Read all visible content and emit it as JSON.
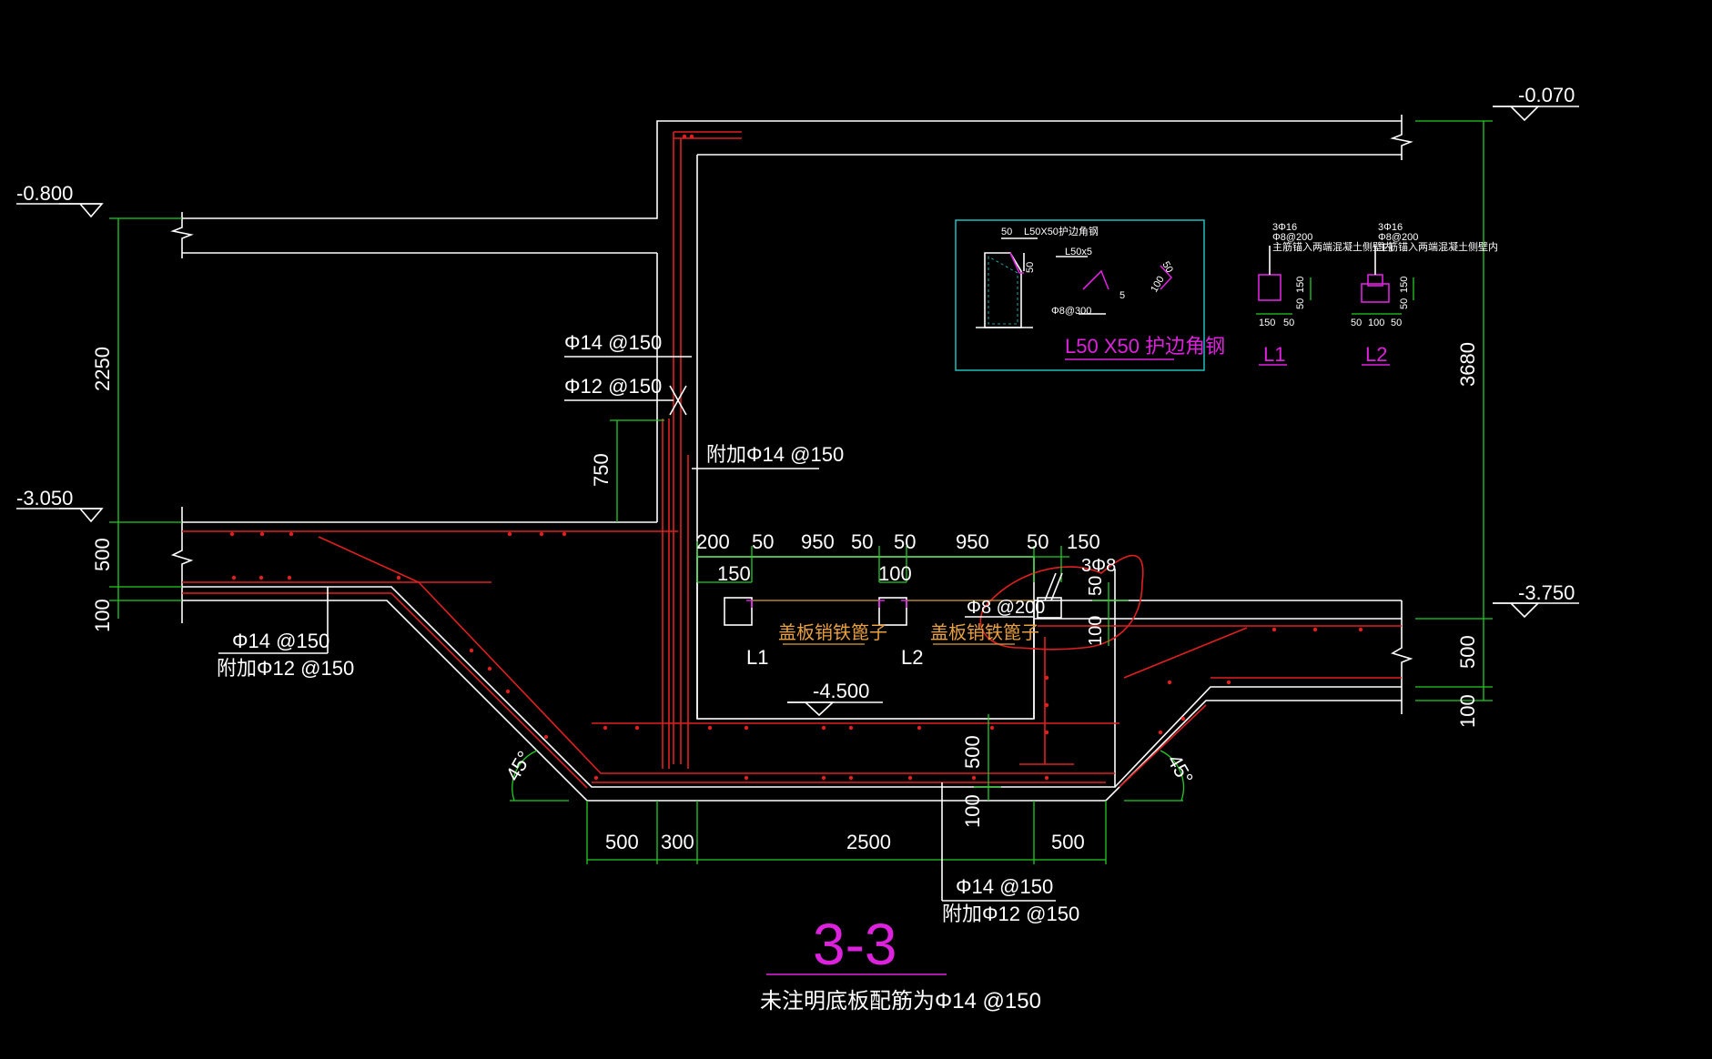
{
  "elevations": {
    "left_top": "-0.800",
    "left_mid": "-3.050",
    "right_top": "-0.070",
    "right_mid": "-3.750",
    "pit_bottom": "-4.500"
  },
  "dimensions_vertical": {
    "d2250": "2250",
    "d500_left": "500",
    "d100_left": "100",
    "d750": "750",
    "d3680": "3680",
    "d500_right": "500",
    "d100_right": "100",
    "d500_bottom": "500",
    "d100_bottom": "100",
    "d50_small": "50",
    "d100_small": "100"
  },
  "dimensions_top": [
    "200",
    "50",
    "950",
    "50",
    "50",
    "950",
    "50",
    "150"
  ],
  "dimensions_top_second": {
    "a": "150",
    "b": "100"
  },
  "dimensions_bottom": [
    "500",
    "300",
    "2500",
    "500"
  ],
  "angles": {
    "left": "45°",
    "right": "45°"
  },
  "rebar_labels": {
    "phi14_150": "Φ14 @150",
    "phi12_150": "Φ12 @150",
    "add_phi14_150": "附加Φ14 @150",
    "left_phi14_150": "Φ14 @150",
    "left_add_phi12_150": "附加Φ12 @150",
    "bottom_phi14_150": "Φ14 @150",
    "bottom_add_phi12_150": "附加Φ12 @150",
    "phi8_200": "Φ8 @200",
    "three_phi8": "3Φ8"
  },
  "cover_labels": {
    "left": "盖板销铁篦子",
    "right": "盖板销铁篦子"
  },
  "beam_labels": {
    "l1": "L1",
    "l2": "L2"
  },
  "detail_box": {
    "title": "L50 X50 护边角钢",
    "note1": "L50X50护边角钢",
    "note2": "L50x5",
    "note3": "Φ8@300",
    "dim50a": "50",
    "dim50b": "50",
    "dim5": "5",
    "dim50c": "50",
    "dim100": "100"
  },
  "beam_details": {
    "l1": {
      "title": "L1",
      "note_a": "3Φ16",
      "note_b": "Φ8@200",
      "note_c": "主筋锚入两端混凝土侧壁内",
      "dim_w1": "150",
      "dim_w2": "50",
      "dim_h1": "150",
      "dim_h2": "50"
    },
    "l2": {
      "title": "L2",
      "note_a": "3Φ16",
      "note_b": "Φ8@200",
      "note_c": "主筋锚入两端混凝土侧壁内",
      "dim_w1": "50",
      "dim_w2": "100",
      "dim_w3": "50",
      "dim_h1": "150",
      "dim_h2": "50"
    }
  },
  "section_title": "3-3",
  "footnote": "未注明底板配筋为Φ14 @150",
  "colors": {
    "background": "#000000",
    "concrete": "#ffffff",
    "rebar": "#e02020",
    "dimension": "#22cc22",
    "detail_frame": "#22cccc",
    "annotation": "#dd22dd",
    "cover": "#e8a040"
  }
}
